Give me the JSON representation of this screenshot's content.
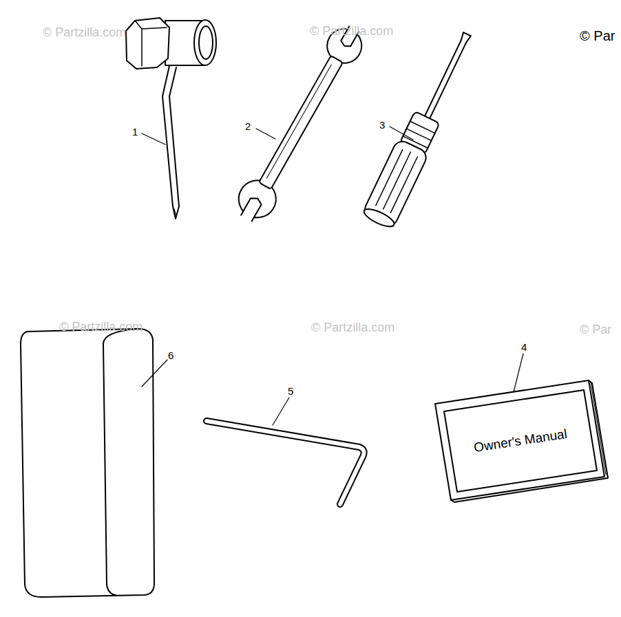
{
  "diagram": {
    "nodes": [
      {
        "text": [
          "Owner's Manual"
        ]
      }
    ],
    "labels": [
      "© Partzilla.com",
      "© Partzilla.com",
      "© Par",
      "1",
      "2",
      "3",
      "© Partzilla.com",
      "© Partzilla.com",
      "© Par",
      "6",
      "5",
      "4"
    ]
  }
}
